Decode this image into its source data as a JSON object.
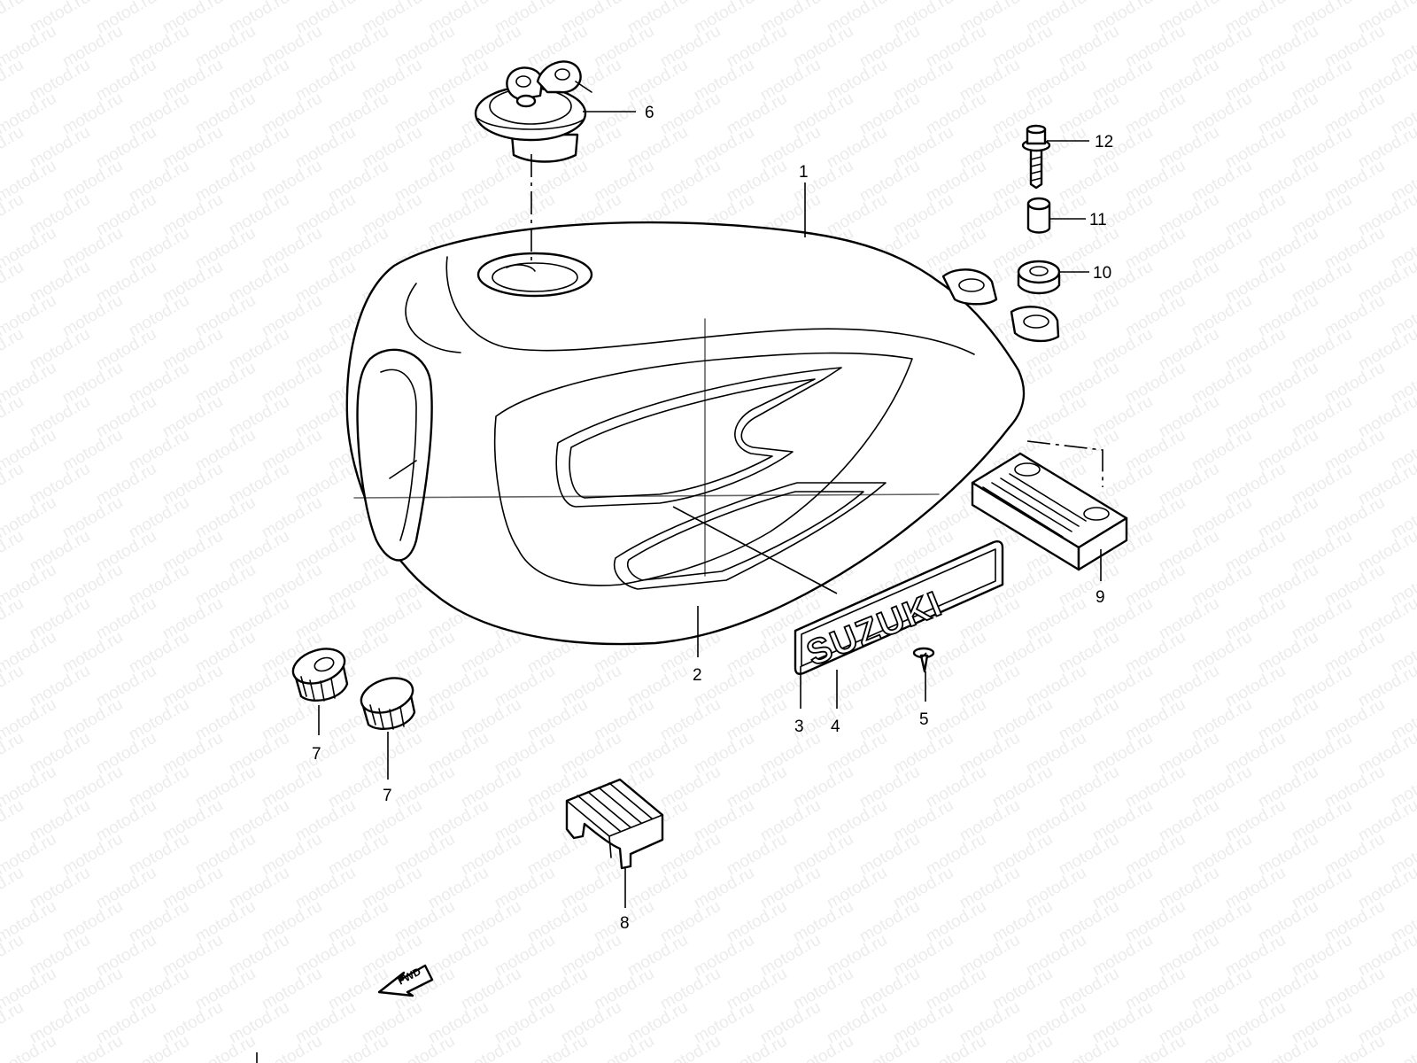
{
  "watermark": {
    "text": "motod.ru"
  },
  "emblem": {
    "text": "SUZUKI"
  },
  "direction_marker": {
    "text": "FWD"
  },
  "callouts": [
    {
      "id": "1",
      "label": "1"
    },
    {
      "id": "2",
      "label": "2"
    },
    {
      "id": "3",
      "label": "3"
    },
    {
      "id": "4",
      "label": "4"
    },
    {
      "id": "5",
      "label": "5"
    },
    {
      "id": "6",
      "label": "6"
    },
    {
      "id": "7a",
      "label": "7"
    },
    {
      "id": "7b",
      "label": "7"
    },
    {
      "id": "8",
      "label": "8"
    },
    {
      "id": "9",
      "label": "9"
    },
    {
      "id": "10",
      "label": "10"
    },
    {
      "id": "11",
      "label": "11"
    },
    {
      "id": "12",
      "label": "12"
    }
  ]
}
